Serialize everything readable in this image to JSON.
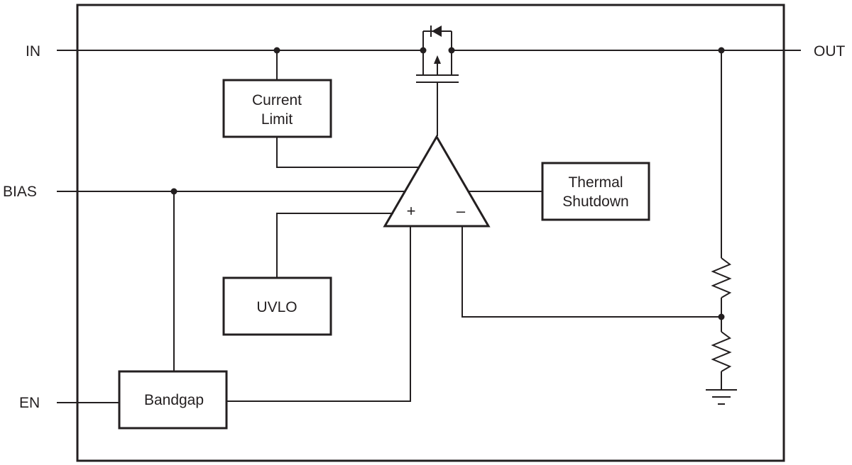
{
  "pins": {
    "in": "IN",
    "bias": "BIAS",
    "en": "EN",
    "out": "OUT"
  },
  "blocks": {
    "current_limit": {
      "line1": "Current",
      "line2": "Limit"
    },
    "thermal_shutdown": {
      "line1": "Thermal",
      "line2": "Shutdown"
    },
    "uvlo": "UVLO",
    "bandgap": "Bandgap"
  },
  "amplifier": {
    "plus": "+",
    "minus": "–"
  },
  "colors": {
    "line": "#231f20",
    "background": "#ffffff"
  }
}
